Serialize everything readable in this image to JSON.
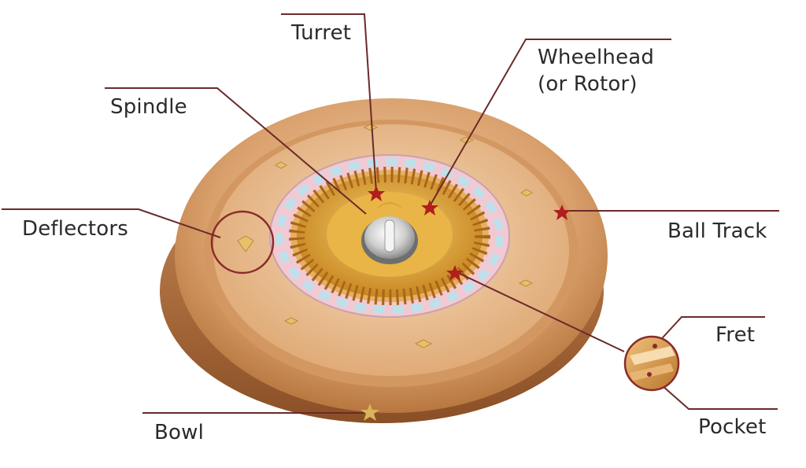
{
  "labels": {
    "turret": "Turret",
    "wheelhead_line1": "Wheelhead",
    "wheelhead_line2": "(or Rotor)",
    "spindle": "Spindle",
    "deflectors": "Deflectors",
    "ball_track": "Ball Track",
    "fret": "Fret",
    "pocket": "Pocket",
    "bowl": "Bowl"
  },
  "colors": {
    "leader_line": "#6b2a2a",
    "marker_star": "#b01e1e",
    "bowl_star": "#d9b45a",
    "wood_light": "#e6b88a",
    "wood_mid": "#c98a55",
    "wood_dark": "#8a4f26",
    "number_ring_pink": "#f2c9d2",
    "number_ring_blue": "#bfe0ea",
    "gold": "#d9a033"
  }
}
